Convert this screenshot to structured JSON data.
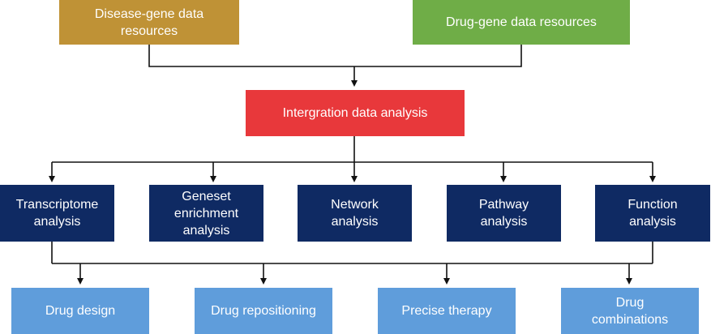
{
  "sources": [
    {
      "label": "Disease-gene data resources",
      "color": "#bf9236"
    },
    {
      "label": "Drug-gene data resources",
      "color": "#6fad47"
    }
  ],
  "integration": {
    "label": "Intergration data analysis",
    "color": "#e8383b"
  },
  "analyses": [
    {
      "label": "Transcriptome\nanalysis"
    },
    {
      "label": "Geneset\nenrichment\nanalysis"
    },
    {
      "label": "Network\nanalysis"
    },
    {
      "label": "Pathway\nanalysis"
    },
    {
      "label": "Function\nanalysis"
    }
  ],
  "outcomes": [
    {
      "label": "Drug design"
    },
    {
      "label": "Drug repositioning"
    },
    {
      "label": "Precise therapy"
    },
    {
      "label": "Drug\ncombinations"
    }
  ],
  "colors": {
    "analysis": "#0f2a63",
    "outcome": "#5f9ddb",
    "connector": "#111111"
  }
}
